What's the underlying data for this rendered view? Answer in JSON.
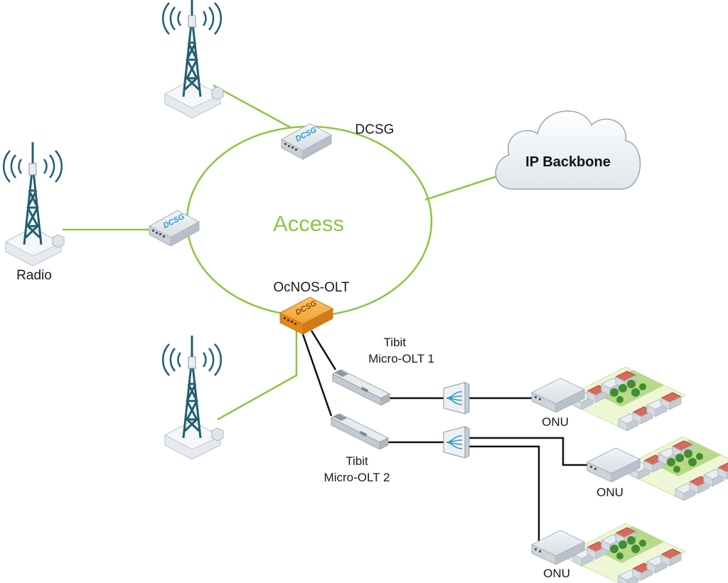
{
  "ring_label": "Access",
  "cloud": {
    "label": "IP Backbone",
    "icon": "cloud-icon"
  },
  "devices": {
    "dcsg_top": {
      "label": "DCSG",
      "badge": "DCSG",
      "icon": "dcsg-router-icon"
    },
    "dcsg_left": {
      "badge": "DCSG",
      "icon": "dcsg-router-icon"
    },
    "olt": {
      "label": "OcNOS-OLT",
      "badge": "DCSG",
      "icon": "olt-router-icon"
    }
  },
  "towers": {
    "left": {
      "label": "Radio",
      "icon": "radio-tower-icon"
    },
    "top": {
      "icon": "radio-tower-icon"
    },
    "bottom": {
      "icon": "radio-tower-icon"
    }
  },
  "micro_olts": [
    {
      "line1": "Tibit",
      "line2": "Micro-OLT 1",
      "icon": "sfp-transceiver-icon"
    },
    {
      "line1": "Tibit",
      "line2": "Micro-OLT 2",
      "icon": "sfp-transceiver-icon"
    }
  ],
  "splitters": [
    {
      "icon": "optical-splitter-icon"
    },
    {
      "icon": "optical-splitter-icon"
    }
  ],
  "onus": [
    {
      "label": "ONU",
      "icon": "onu-device-icon"
    },
    {
      "label": "ONU",
      "icon": "onu-device-icon"
    },
    {
      "label": "ONU",
      "icon": "onu-device-icon"
    }
  ],
  "colors": {
    "green_link": "#8cc63f",
    "fiber": "#111111",
    "tower": "#1f5f6f",
    "dcsg_badge": "#2a9bc7",
    "olt": "#f39c12"
  }
}
